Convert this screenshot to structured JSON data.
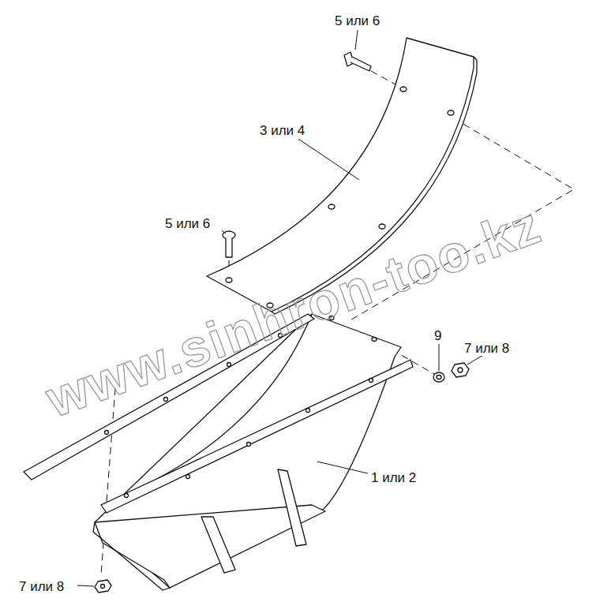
{
  "diagram": {
    "labels": [
      "5 или 6",
      "3 или 4",
      "5 или 6",
      "9",
      "7 или 8",
      "1 или 2",
      "7 или 8",
      "www.sinhron-too.kz"
    ]
  }
}
